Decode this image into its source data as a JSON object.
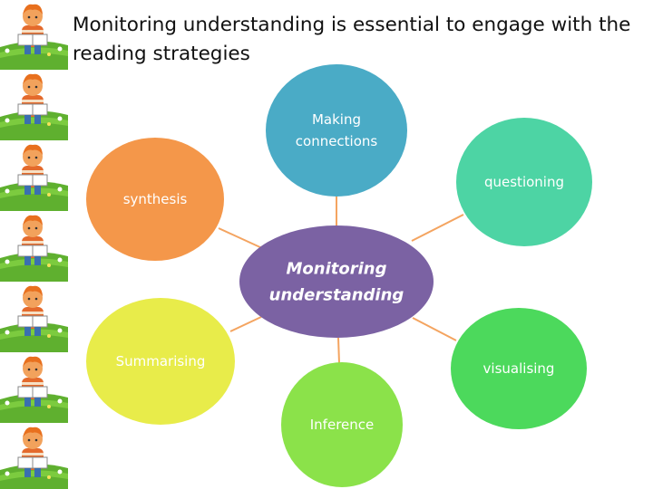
{
  "slide": {
    "title": "Monitoring understanding is essential to engage with the reading strategies"
  },
  "diagram": {
    "center": {
      "label_lines": [
        "Monitoring",
        "understanding"
      ],
      "color": "#7B62A3"
    },
    "nodes": [
      {
        "id": "making-connections",
        "label_lines": [
          "Making",
          "connections"
        ],
        "color": "#4AABC6"
      },
      {
        "id": "questioning",
        "label_lines": [
          "questioning"
        ],
        "color": "#4DD4A4"
      },
      {
        "id": "visualising",
        "label_lines": [
          "visualising"
        ],
        "color": "#4CD95C"
      },
      {
        "id": "inference",
        "label_lines": [
          "Inference"
        ],
        "color": "#8BE24A"
      },
      {
        "id": "summarising",
        "label_lines": [
          "Summarising"
        ],
        "color": "#E8EC4A"
      },
      {
        "id": "synthesis",
        "label_lines": [
          "synthesis"
        ],
        "color": "#F4974A"
      }
    ],
    "connector_color": "#F4A460"
  },
  "decoration": {
    "tile_count": 7
  }
}
